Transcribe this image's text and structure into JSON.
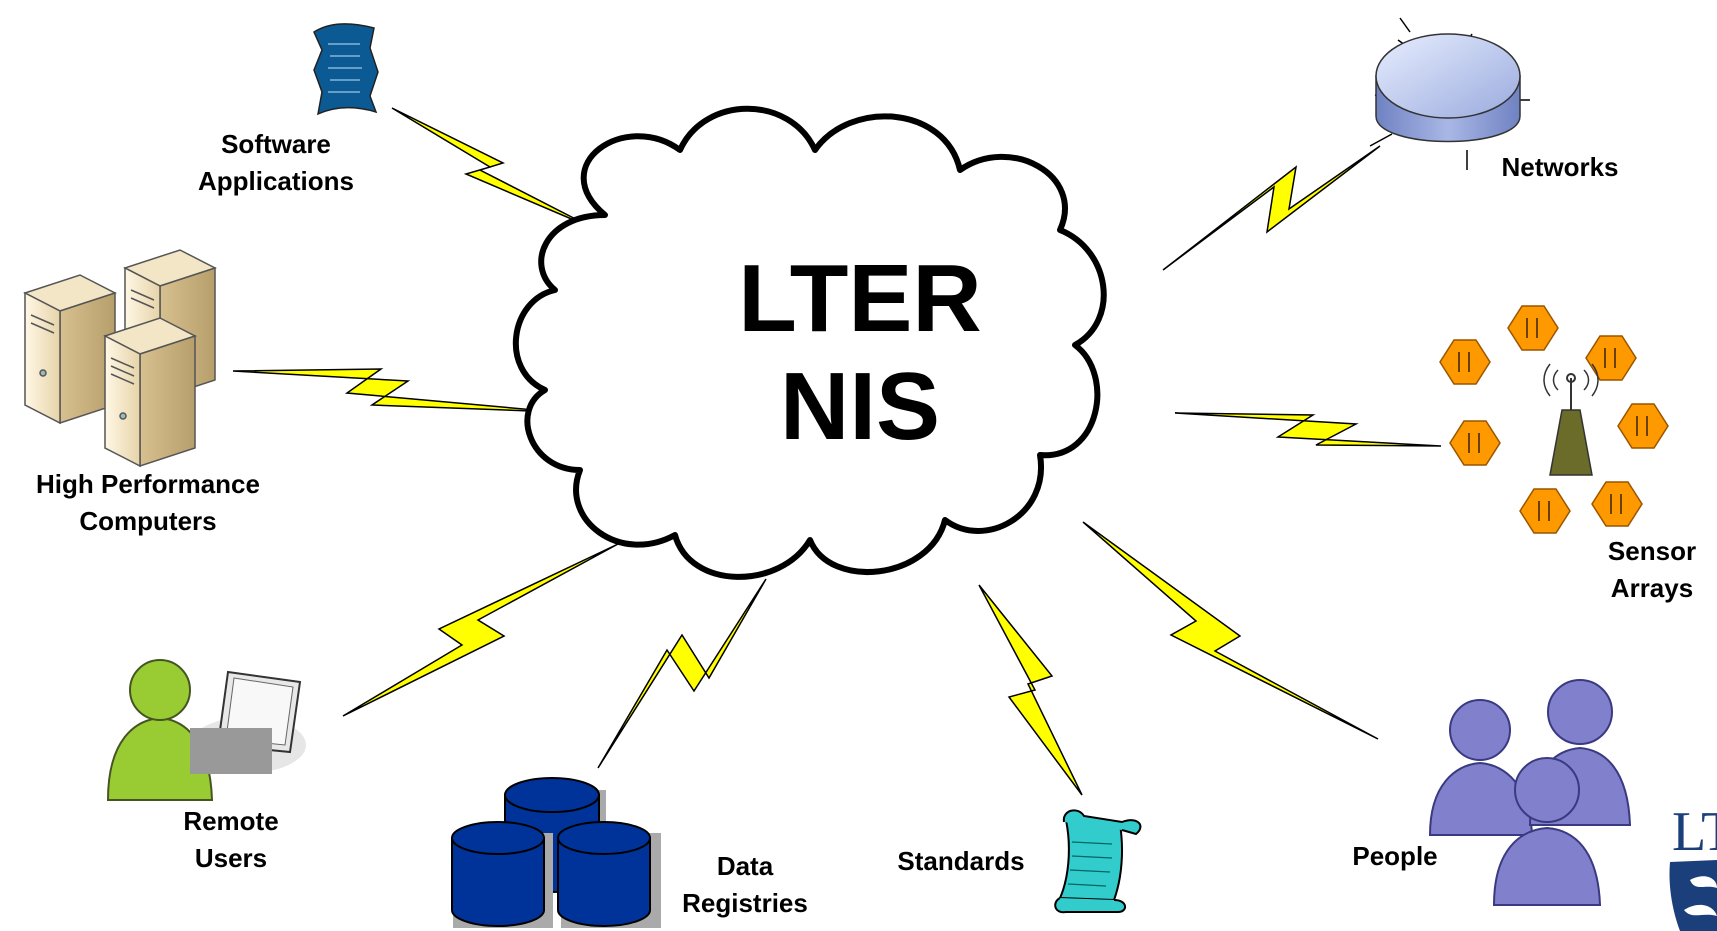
{
  "hub": {
    "line1": "LTER",
    "line2": "NIS"
  },
  "nodes": {
    "software": {
      "line1": "Software",
      "line2": "Applications",
      "icon": "document-icon"
    },
    "hpc": {
      "line1": "High Performance",
      "line2": "Computers",
      "icon": "server-icon"
    },
    "remote_users": {
      "line1": "Remote",
      "line2": "Users",
      "icon": "user-laptop-icon"
    },
    "data_registries": {
      "line1": "Data",
      "line2": "Registries",
      "icon": "database-icon"
    },
    "standards": {
      "line1": "Standards",
      "icon": "scroll-icon"
    },
    "people": {
      "line1": "People",
      "icon": "people-icon"
    },
    "sensor_arrays": {
      "line1": "Sensor",
      "line2": "Arrays",
      "icon": "sensor-icon"
    },
    "networks": {
      "line1": "Networks",
      "icon": "network-disk-icon"
    }
  },
  "logo": {
    "text": "LT"
  },
  "colors": {
    "lightning": "#ffff00",
    "database": "#003399",
    "document": "#0b5a94",
    "scroll": "#33cccc",
    "user": "#99cc33",
    "people": "#8080cc",
    "sensor": "#ff9900",
    "network": "#99aadd"
  }
}
